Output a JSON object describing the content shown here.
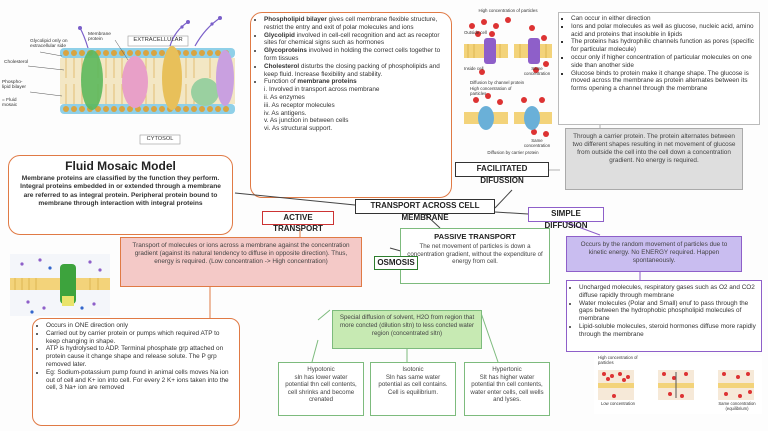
{
  "membrane_diagram": {
    "labels": {
      "extracellular": "EXTRACELLULAR",
      "glycolipid": "Glycolipid only on extracellular side",
      "membrane_protein": "Membrane protein",
      "cholesterol": "Cholesterol",
      "bilayer": "Phospho-lipid bilayer",
      "fluid_mosaic": "= Fluid mosaic",
      "cytosol": "CYTOSOL"
    }
  },
  "components": {
    "items": [
      {
        "term": "Phospholipid bilayer",
        "text": " gives cell membrane flexible structure, restrict the entry and exit of polar molecules and ions"
      },
      {
        "term": "Glycolipid",
        "text": " involved in cell-cell recognition and act as receptor sites for chemical signs such as hormones"
      },
      {
        "term": "Glycoproteins",
        "text": " involved in holding the correct cells together to form tissues"
      },
      {
        "term": "Cholesterol",
        "text": " disturbs the closing packing of phospholipids and keep fluid. Increase flexibility and stability."
      }
    ],
    "function_intro": "Function of ",
    "function_term": "membrane proteins",
    "functions": [
      "i. Involved in transport across membrane",
      "ii. As enzymes",
      "iii. As receptor molecules",
      "iv. As antigens.",
      "v. As junction in between cells",
      "vi. As structural support."
    ]
  },
  "fluid_mosaic": {
    "title": "Fluid Mosaic Model",
    "text": "Membrane proteins are classified by the function they perform. Integral proteins embedded in or extended through a membrane are referred to as integral protein. Peripheral protein bound to membrane through interaction with integral proteins"
  },
  "central_title": "TRANSPORT ACROSS CELL MEMBRANE",
  "active_transport": {
    "title": "ACTIVE TRANSPORT",
    "definition": "Transport of molecules or ions across a membrane against the concentration gradient (against its natural tendency to diffuse in opposite direction). Thus, energy is required. (Low concentration -> High concentration)",
    "points": [
      "Occurs in ONE direction only",
      "Carried out by carrier protein or pumps which required ATP to keep changing in shape.",
      "ATP is hydrolysed to ADP. Terminal phosphate grp attached on protein cause it change shape and release solute. The P grp removed later.",
      "Eg: Sodium-potassium pump found in animal cells moves Na ion out of cell and K+ ion into cell. For every 2 K+ ions taken into the cell, 3 Na+ ion are removed"
    ]
  },
  "passive_transport": {
    "title": "PASSIVE TRANSPORT",
    "definition": "The net movement of particles is down a concentration gradient, without the expenditure of energy from cell."
  },
  "osmosis": {
    "title": "OSMOSIS",
    "definition": "Special diffusion of solvent, H2O from region that more concted (dilution sltn) to less concted water region (concentrated sltn)",
    "types": [
      {
        "name": "Hypotonic",
        "text": "sln has lower water potential thn cell contents, cell shrinks and become crenated"
      },
      {
        "name": "Isotonic",
        "text": "Sln has same water potential as cell contains. Cell is equilibrium."
      },
      {
        "name": "Hypertonic",
        "text": "Slt has higher water potential thn cell contents, water enter cells, cell wells and lyses."
      }
    ]
  },
  "facilitated_diffusion": {
    "title": "FACILITATED DIFUSSION",
    "points": [
      "Can occur in either direction",
      "Ions and polar molecules as well as glucose, nucleic acid, amino acid and proteins that insoluble in lipids",
      "The proteins has hydrophilic channels function as pores (specific for particular molecule)",
      "occur only if higher concentration of particular molecules on one side than another side",
      "Glucose binds to protein make it change shape. The glucose is moved across the membrane as protein alternates between its forms opening a channel through the membrane"
    ],
    "carrier_note": "Through a carrier protein. The protein alternates between two different shapes resulting in net movement of glucose from outside the cell into the cell down a concentration gradient. No energy is required.",
    "diagram_labels": {
      "high_conc": "High concentration of particles",
      "outside": "Outside cell",
      "inside": "Inside cell",
      "same_conc": "Same concentration",
      "channel_caption": "Diffusion by channel protein",
      "high_conc2": "High concentration of particles",
      "same_conc2": "Same concentration",
      "carrier_caption": "Diffusion by carrier protein"
    }
  },
  "simple_diffusion": {
    "title": "SIMPLE DIFFUSION",
    "definition": "Occurs by the random movement of particles due to kinetic energy. No ENERGY required. Happen spontaneously.",
    "points": [
      "Uncharged molecules, respiratory gases such as O2 and CO2 diffuse rapidly through membrane",
      "Water molecules (Polar and Small) enuf to pass through the gaps between the hydrophobic phospholipid molecules of membrane",
      "Lipid-soluble molecules, steroid hormones diffuse more rapidly through the membrane"
    ],
    "diagram_labels": {
      "high": "High concentration of particles",
      "low": "Low concentration",
      "same": "Same concentration (equilibrium)"
    }
  },
  "colors": {
    "orange": "#e07a45",
    "red_fill": "#f4c9c7",
    "purple": "#8e5fc9",
    "purple_fill": "#c9bdf0",
    "green": "#7dbb7d",
    "green_fill": "#c7eab3",
    "gray_fill": "#dedede"
  }
}
